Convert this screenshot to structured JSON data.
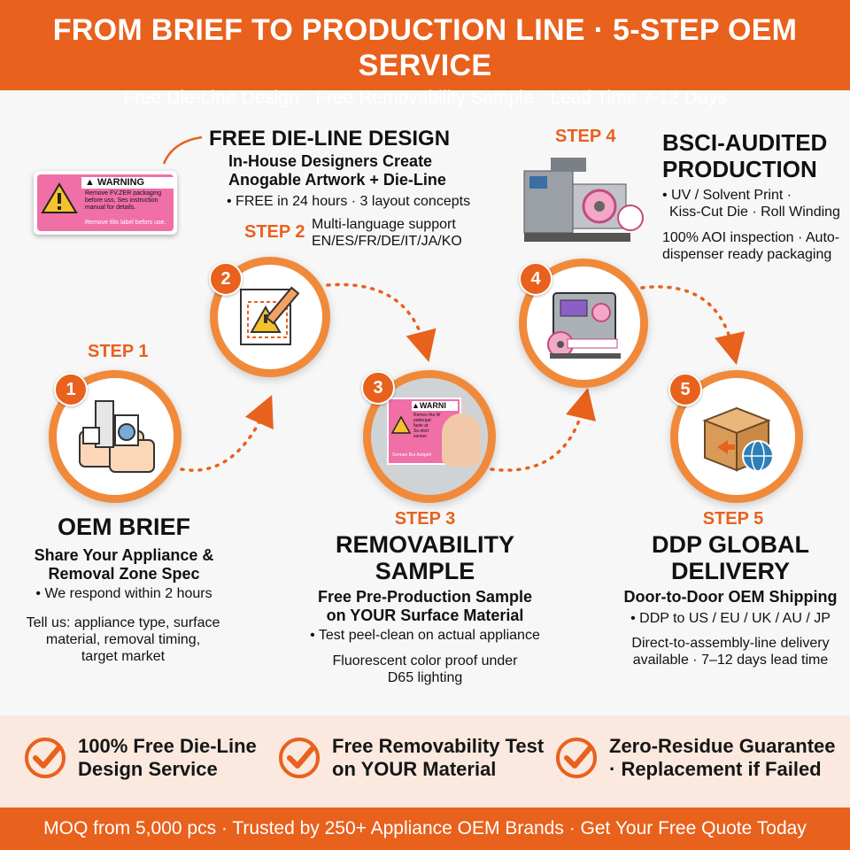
{
  "header": {
    "title": "FROM BRIEF TO PRODUCTION LINE · 5-STEP OEM SERVICE",
    "subtitle": "Free Die-Line Design · Free Removability Sample · Lead Time 7-12 Days"
  },
  "warning_label": {
    "heading": "WARNING",
    "line1": "Remove FV.ZER packaging",
    "line2": "before uss, Ses instruction",
    "line3": "manual for details.",
    "bottom": "Remove tliis label befors use."
  },
  "step1": {
    "number": "1",
    "label": "STEP 1",
    "title": "OEM BRIEF",
    "subtitle_line1": "Share Your Appliance &",
    "subtitle_line2": "Removal Zone Spec",
    "bullet": "• We respond within 2 hours",
    "detail_line1": "Tell us: appliance type, surface",
    "detail_line2": "material, removal timing,",
    "detail_line3": "target market",
    "icon": "appliance-chat-icon"
  },
  "step2": {
    "number": "2",
    "label": "STEP 2",
    "title": "FREE DIE-LINE DESIGN",
    "subtitle_line1": "In-House Designers Create",
    "subtitle_line2": "Anoɡable Artwork + Die-Line",
    "bullet": "• FREE in 24 hours · 3 layout concepts",
    "detail_line1": "Multi-language support",
    "detail_line2": "EN/ES/FR/DE/IT/JA/KO",
    "icon": "die-line-pencil-icon"
  },
  "step3": {
    "number": "3",
    "label": "STEP 3",
    "title_line1": "REMOVABILITY",
    "title_line2": "SAMPLE",
    "subtitle_line1": "Free Pre-Production Sample",
    "subtitle_line2": "on YOUR Surface Material",
    "bullet": "• Test peel-clean on actual appliance",
    "detail_line1": "Fluorescent color proof under",
    "detail_line2": "D65 lighting",
    "sample_heading": "WARNI",
    "sample_text1": "Remov tha W",
    "sample_text2": "pattergat",
    "sample_text3": "faste at",
    "sample_text4": "Se.nlort",
    "sample_text5": "ssnner",
    "sample_bottom": "Sennan Bur Astipetl"
  },
  "step4": {
    "number": "4",
    "label": "STEP 4",
    "title_line1": "BSCI-AUDITED",
    "title_line2": "PRODUCTION",
    "bullet_line1": "• UV / Solvent Print ·",
    "bullet_line2": "Kiss-Cut Die · Roll Winding",
    "detail_line1": "100% AOI inspection · Auto-",
    "detail_line2": "dispenser ready packaging",
    "icon": "printing-machine-icon"
  },
  "step5": {
    "number": "5",
    "label": "STEP 5",
    "title_line1": "DDP GLOBAL",
    "title_line2": "DELIVERY",
    "subtitle": "Door-to-Door OEM Shipping",
    "bullet": "• DDP to US / EU / UK / AU / JP",
    "detail_line1": "Direct-to-assembly-line delivery",
    "detail_line2": "available · 7–12 days lead time",
    "icon": "box-globe-icon"
  },
  "features": [
    {
      "line1": "100% Free Die-Line",
      "line2": "Design Service"
    },
    {
      "line1": "Free Removability Test",
      "line2": "on YOUR Material"
    },
    {
      "line1": "Zero-Residue Guarantee",
      "line2": "· Replacement if Failed"
    }
  ],
  "footer": {
    "text": "MOQ from 5,000 pcs · Trusted by 250+ Appliance OEM Brands · Get Your Free Quote Today"
  },
  "colors": {
    "brand_orange": "#e8611d",
    "ring_orange": "#f08a3a",
    "band_bg": "#fbe9df",
    "warning_pink": "#f06fa6",
    "warning_yellow": "#f6c12a"
  }
}
